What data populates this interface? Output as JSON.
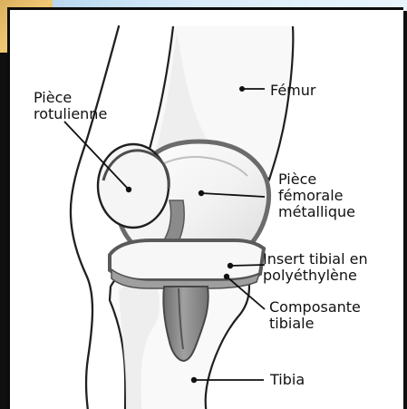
{
  "labels": {
    "femur": "Fémur",
    "patella_line1": "Pièce",
    "patella_line2": "rotulienne",
    "femoral_line1": "Pièce",
    "femoral_line2": "fémorale",
    "femoral_line3": "métallique",
    "insert_line1": "Insert tibial en",
    "insert_line2": "polyéthylène",
    "tibial_line1": "Composante",
    "tibial_line2": "tibiale",
    "tibia": "Tibia"
  },
  "colors": {
    "ink": "#111111",
    "bone_shadow": "#d7d7d7",
    "metal": "#e8e8e8",
    "metal_edge": "#6c6c6c",
    "stem_fill": "#8b8b8b",
    "accent_gold": "#e0b15f",
    "accent_blue": "#cfe6f7"
  }
}
